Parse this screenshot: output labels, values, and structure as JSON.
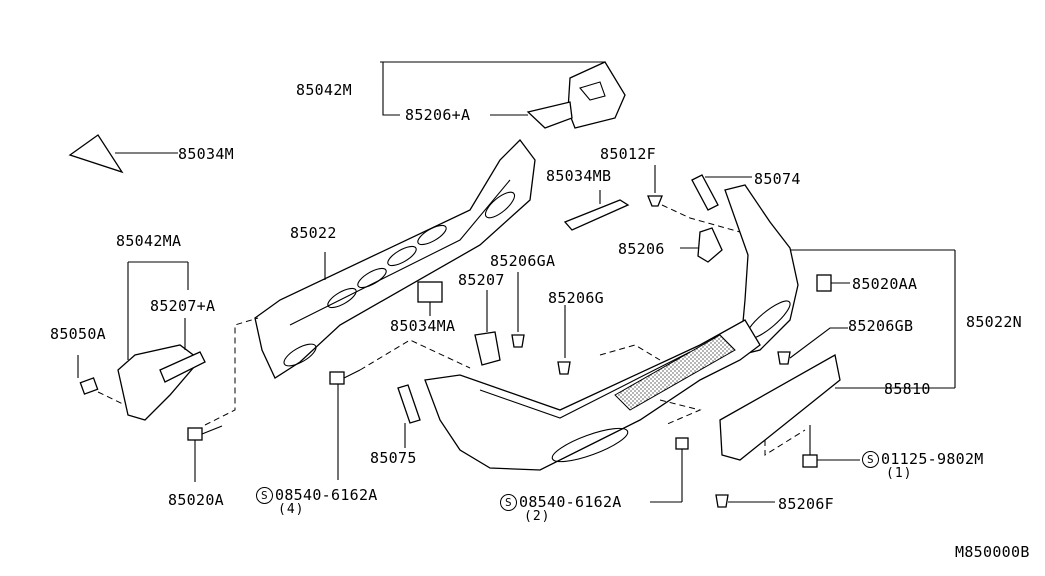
{
  "diagram_code": "M850000B",
  "labels": {
    "p85042M": "85042M",
    "p85206A": "85206+A",
    "p85034M": "85034M",
    "p85012F": "85012F",
    "p85034MB": "85034MB",
    "p85074": "85074",
    "p85042MA": "85042MA",
    "p85022": "85022",
    "p85206GA": "85206GA",
    "p85207": "85207",
    "p85206": "85206",
    "p85020AA": "85020AA",
    "p85207A": "85207+A",
    "p85050A": "85050A",
    "p85206G": "85206G",
    "p85022N": "85022N",
    "p85034MA": "85034MA",
    "p85206GB": "85206GB",
    "p85810": "85810",
    "p85075": "85075",
    "p85020A": "85020A",
    "p85206F": "85206F",
    "bolt1": "08540-6162A",
    "bolt1_qty": "(4)",
    "bolt2": "08540-6162A",
    "bolt2_qty": "(2)",
    "bolt3": "01125-9802M",
    "bolt3_qty": "(1)",
    "s": "S"
  }
}
